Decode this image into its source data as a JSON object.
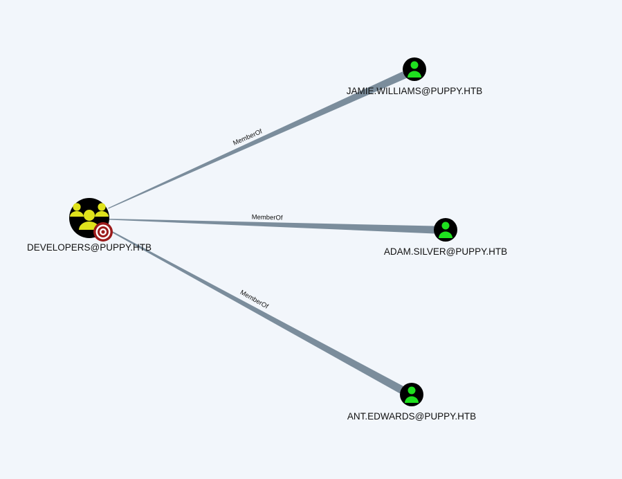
{
  "graph": {
    "colors": {
      "background": "#f2f6fb",
      "edge": "#7b8d9c",
      "node_ring": "#000000",
      "group_icon": "#dfe21c",
      "user_icon": "#1fe01f",
      "target_outer": "#9b1b1b",
      "target_inner": "#ffffff"
    },
    "nodes": [
      {
        "id": "developers",
        "label": "DEVELOPERS@PUPPY.HTB",
        "kind": "group",
        "icon": "group-icon",
        "badge": "target-icon"
      },
      {
        "id": "jamie",
        "label": "JAMIE.WILLIAMS@PUPPY.HTB",
        "kind": "user",
        "icon": "user-icon"
      },
      {
        "id": "adam",
        "label": "ADAM.SILVER@PUPPY.HTB",
        "kind": "user",
        "icon": "user-icon"
      },
      {
        "id": "ant",
        "label": "ANT.EDWARDS@PUPPY.HTB",
        "kind": "user",
        "icon": "user-icon"
      }
    ],
    "edges": [
      {
        "from": "jamie",
        "to": "developers",
        "label": "MemberOf"
      },
      {
        "from": "adam",
        "to": "developers",
        "label": "MemberOf"
      },
      {
        "from": "ant",
        "to": "developers",
        "label": "MemberOf"
      }
    ]
  }
}
